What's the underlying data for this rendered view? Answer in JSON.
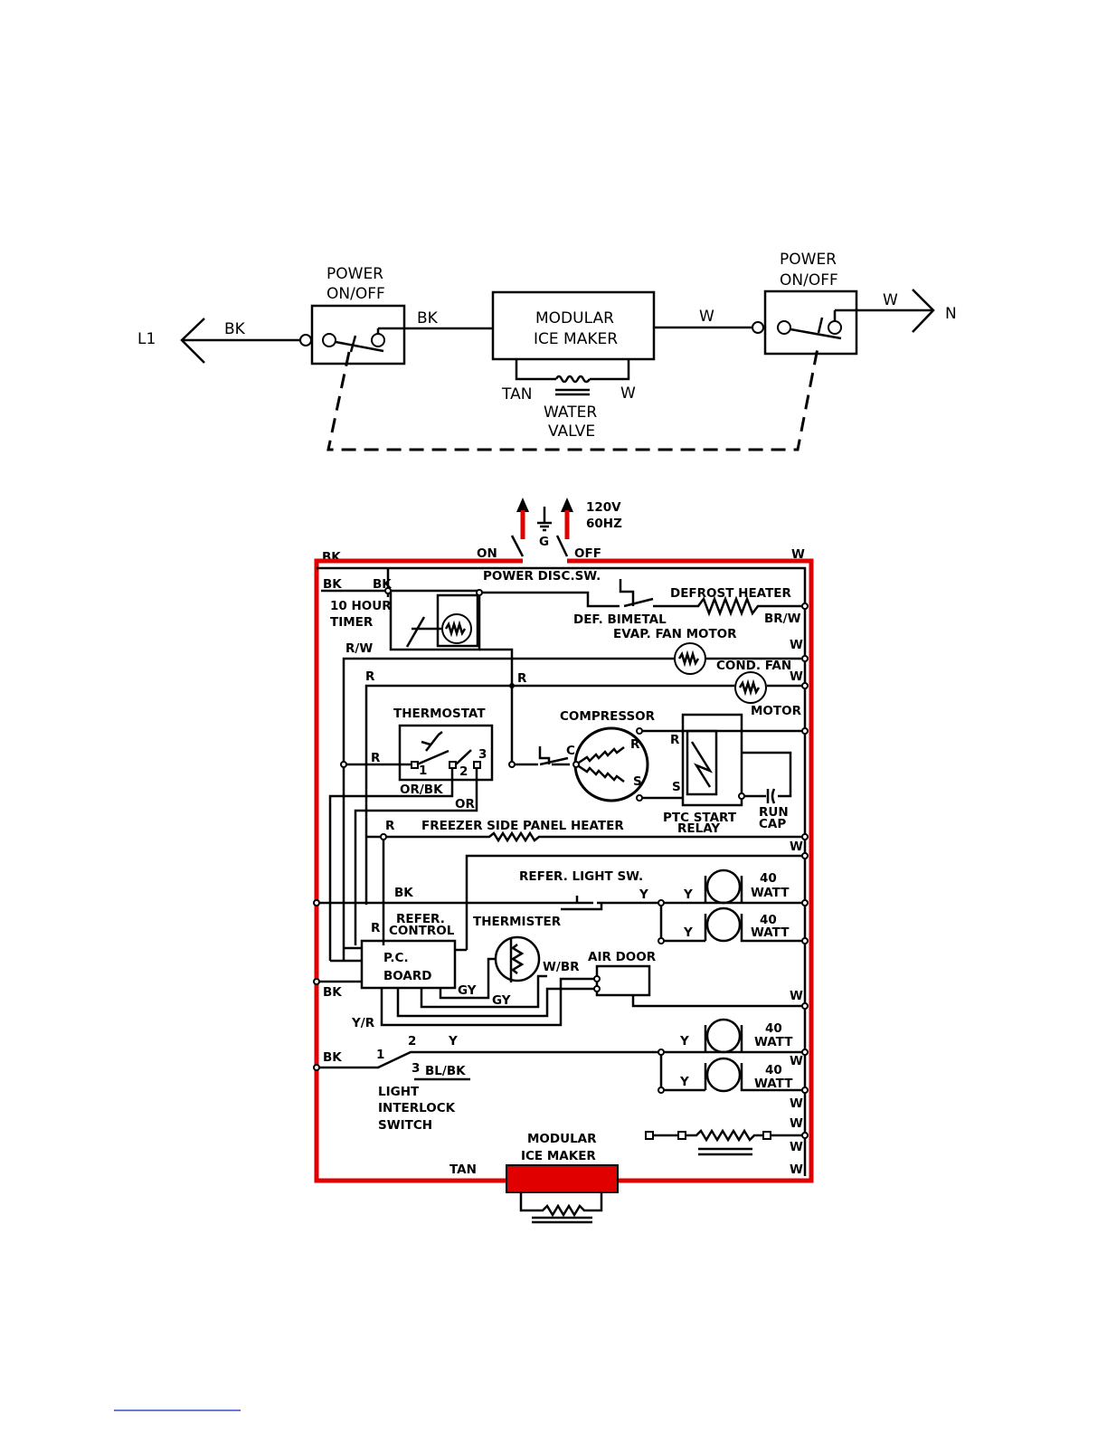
{
  "top": {
    "l1": "L1",
    "n": "N",
    "bk_left": "BK",
    "bk_mid": "BK",
    "w_mid": "W",
    "w_right": "W",
    "sw_left": [
      "POWER",
      "ON/OFF"
    ],
    "sw_right": [
      "POWER",
      "ON/OFF"
    ],
    "ice_maker": [
      "MODULAR",
      "ICE MAKER"
    ],
    "tan": "TAN",
    "w_valve": "W",
    "water_valve": [
      "WATER",
      "VALVE"
    ]
  },
  "main": {
    "supply": [
      "120V",
      "60HZ"
    ],
    "ground": "G",
    "on": "ON",
    "off": "OFF",
    "bk_top": "BK",
    "w_top": "W",
    "power_disc": "POWER DISC.SW.",
    "defrost_heater": "DEFROST HEATER",
    "def_bimetal": "DEF. BIMETAL",
    "br_w": "BR/W",
    "evap_fan": "EVAP. FAN MOTOR",
    "cond_fan": "COND. FAN",
    "motor": "MOTOR",
    "compressor": "COMPRESSOR",
    "thermostat": "THERMOSTAT",
    "timer": [
      "10 HOUR",
      "TIMER"
    ],
    "bk1": "BK",
    "bk2": "BK",
    "r_w": "R/W",
    "r1": "R",
    "r2": "R",
    "r3": "R",
    "r4": "R",
    "r5": "R",
    "or_bk": "OR/BK",
    "or": "OR",
    "t1": "1",
    "t2": "2",
    "t3": "3",
    "c": "C",
    "cr": "R",
    "cs": "S",
    "ptc_r": "R",
    "ptc_s": "S",
    "ptc": [
      "PTC START",
      "RELAY"
    ],
    "run_cap": [
      "RUN",
      "CAP"
    ],
    "freezer_heater": "FREEZER SIDE PANEL HEATER",
    "refer_light_sw": "REFER.  LIGHT  SW.",
    "y1": "Y",
    "y2": "Y",
    "y3": "Y",
    "watt1": [
      "40",
      "WATT"
    ],
    "watt2": [
      "40",
      "WATT"
    ],
    "watt3": [
      "40",
      "WATT"
    ],
    "watt4": [
      "40",
      "WATT"
    ],
    "bk3": "BK",
    "refer_control": [
      "REFER.",
      "CONTROL"
    ],
    "thermister": "THERMISTER",
    "pc_board": [
      "P.C.",
      "BOARD"
    ],
    "air_door": "AIR DOOR",
    "w_br": "W/BR",
    "gy1": "GY",
    "gy2": "GY",
    "bk4": "BK",
    "y_r": "Y/R",
    "ls1": "1",
    "ls2": "2",
    "ls3": "3",
    "y4": "Y",
    "y5": "Y",
    "y6": "Y",
    "bk5": "BK",
    "bl_bk": "BL/BK",
    "light_interlock": [
      "LIGHT",
      "INTERLOCK",
      "SWITCH"
    ],
    "ice_maker": [
      "MODULAR",
      "ICE MAKER"
    ],
    "tan": "TAN",
    "w_r1": "W",
    "w_r2": "W",
    "w_r3": "W",
    "w_r4": "W",
    "w_r5": "W",
    "w_r6": "W",
    "w_r7": "W",
    "w_r8": "W",
    "w_r9": "W"
  },
  "colors": {
    "wire": "#000000",
    "hot": "#e00000"
  }
}
